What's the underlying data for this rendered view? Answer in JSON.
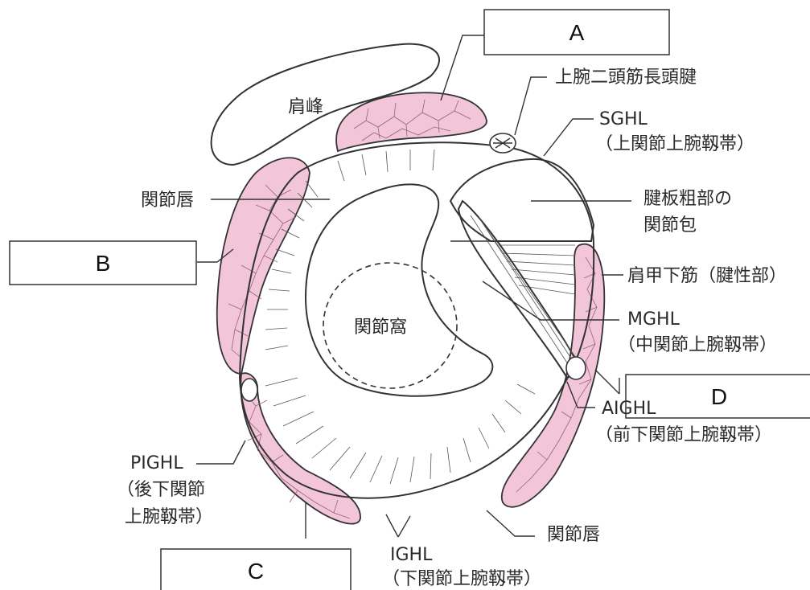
{
  "boxes": {
    "a": "A",
    "b": "B",
    "c": "C",
    "d": "D"
  },
  "labels": {
    "acromion": "肩峰",
    "biceps_line1": "上腕二頭筋長頭腱",
    "sghl_line1": "SGHL",
    "sghl_line2": "（上関節上腕靱帯）",
    "rotator_line1": "腱板粗部の",
    "rotator_line2": "関節包",
    "subscap": "肩甲下筋（腱性部）",
    "mghl_line1": "MGHL",
    "mghl_line2": "（中関節上腕靱帯）",
    "labrum_top": "関節唇",
    "glenoid": "関節窩",
    "aighl_line1": "AIGHL",
    "aighl_line2": "（前下関節上腕靱帯）",
    "pighl_line1": "PIGHL",
    "pighl_line2": "（後下関節",
    "pighl_line3": "上腕靱帯）",
    "labrum_bottom": "関節唇",
    "ighl_line1": "IGHL",
    "ighl_line2": "（下関節上腕靱帯）"
  },
  "colors": {
    "muscle": "#f3c5d8",
    "outline": "#333333"
  }
}
